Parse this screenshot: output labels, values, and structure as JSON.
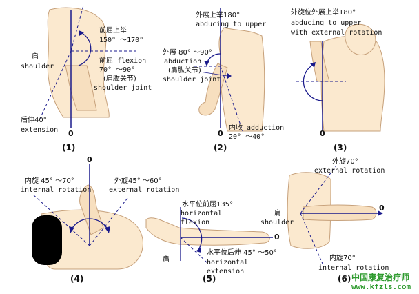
{
  "colors": {
    "skin": "#fbe9cf",
    "skin_stroke": "#c6a07a",
    "axis": "#1a1a8c",
    "dash": "#1a1a8c",
    "arc": "#1a1a8c",
    "hair": "#000000",
    "watermark": "#2f9b2f"
  },
  "p1": {
    "flexion_cn": "前屈上举",
    "flexion_range": "150° ～170°",
    "flexion2_cn": "前屈 flexion",
    "flexion2_range": "70° ～90°",
    "joint_cn": "(肩肱关节)",
    "joint_en": "shoulder joint",
    "shoulder_cn": "肩",
    "shoulder_en": "shoulder",
    "extension_cn": "后伸40°",
    "extension_en": "extension",
    "zero": "0",
    "number": "(1)"
  },
  "p2": {
    "upper_cn": "外展上举180°",
    "upper_en": "abducing to upper",
    "abd_cn": "外展 80° ～90°",
    "abd_en": "abduction",
    "joint_cn": "(肩肱关节)",
    "joint_en": "shoulder joint",
    "add_line": "内收 adduction",
    "add_range": "20° ～40°",
    "zero": "0",
    "number": "(2)"
  },
  "p3": {
    "title_cn": "外旋位外展上举180°",
    "title_en1": "abducing to upper",
    "title_en2": "with external rotation",
    "zero": "0",
    "number": "(3)"
  },
  "p4": {
    "zero": "0",
    "int_cn": "内旋 45° ～70°",
    "int_en": "internal rotation",
    "ext_cn": "外旋45° ～60°",
    "ext_en": "external rotation",
    "number": "(4)"
  },
  "p5": {
    "flex_cn": "水平位前屈135°",
    "flex_en1": "horizontal",
    "flex_en2": "flexion",
    "zero": "0",
    "shoulder_cn": "肩",
    "ext_cn": "水平位后伸 45° ～50°",
    "ext_en1": "horizontal",
    "ext_en2": "extension",
    "number": "(5)"
  },
  "p6": {
    "ext_cn": "外旋70°",
    "ext_en": "external rotation",
    "shoulder_cn": "肩",
    "shoulder_en": "shoulder",
    "zero": "0",
    "int_cn": "内旋70°",
    "int_en": "internal rotation",
    "number": "(6)"
  },
  "watermark": {
    "cn": "中国康复治疗师",
    "url": "www.kfzls.com"
  }
}
